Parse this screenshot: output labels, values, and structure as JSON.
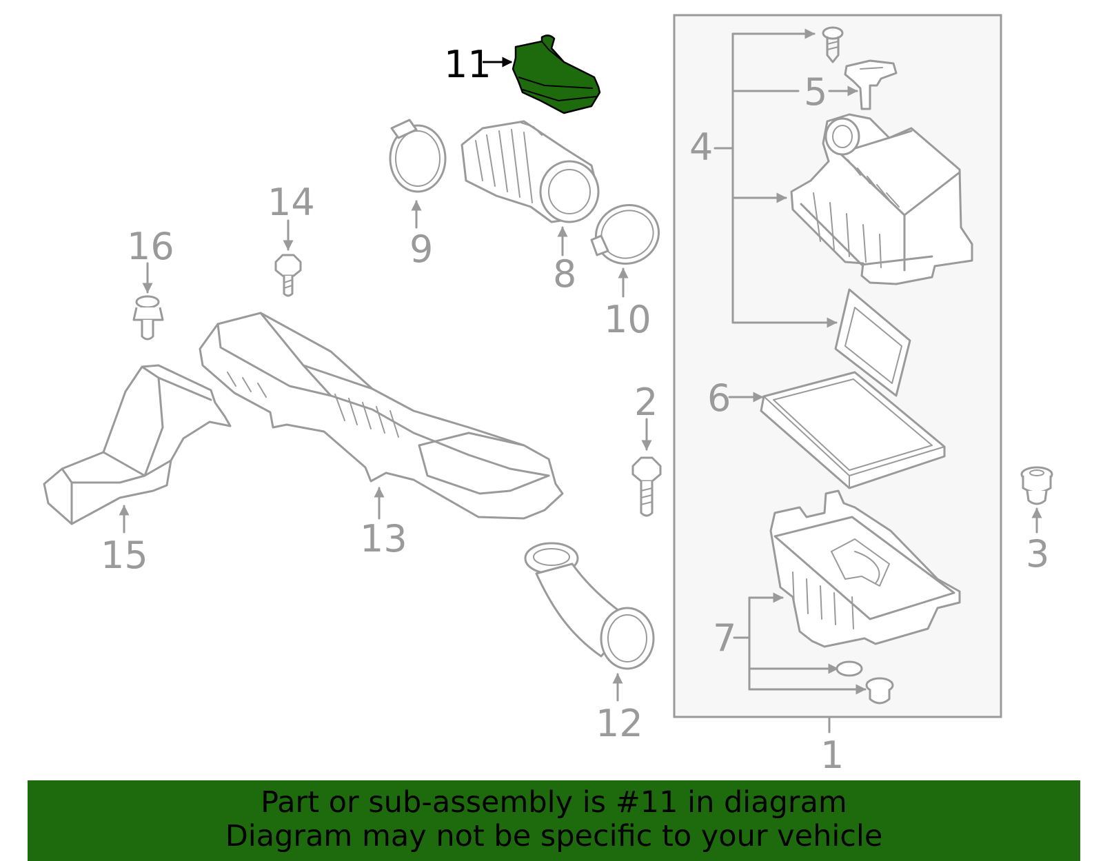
{
  "callouts": {
    "c1": "1",
    "c2": "2",
    "c3": "3",
    "c4": "4",
    "c5": "5",
    "c6": "6",
    "c7": "7",
    "c8": "8",
    "c9": "9",
    "c10": "10",
    "c11": "11",
    "c12": "12",
    "c13": "13",
    "c14": "14",
    "c15": "15",
    "c16": "16"
  },
  "highlight": {
    "part": "11",
    "color": "#1e6b0e"
  },
  "banner": {
    "line1": "Part or sub-assembly is #11 in diagram",
    "line2": "Diagram may not be specific to your vehicle",
    "color": "#1e6b0e"
  }
}
